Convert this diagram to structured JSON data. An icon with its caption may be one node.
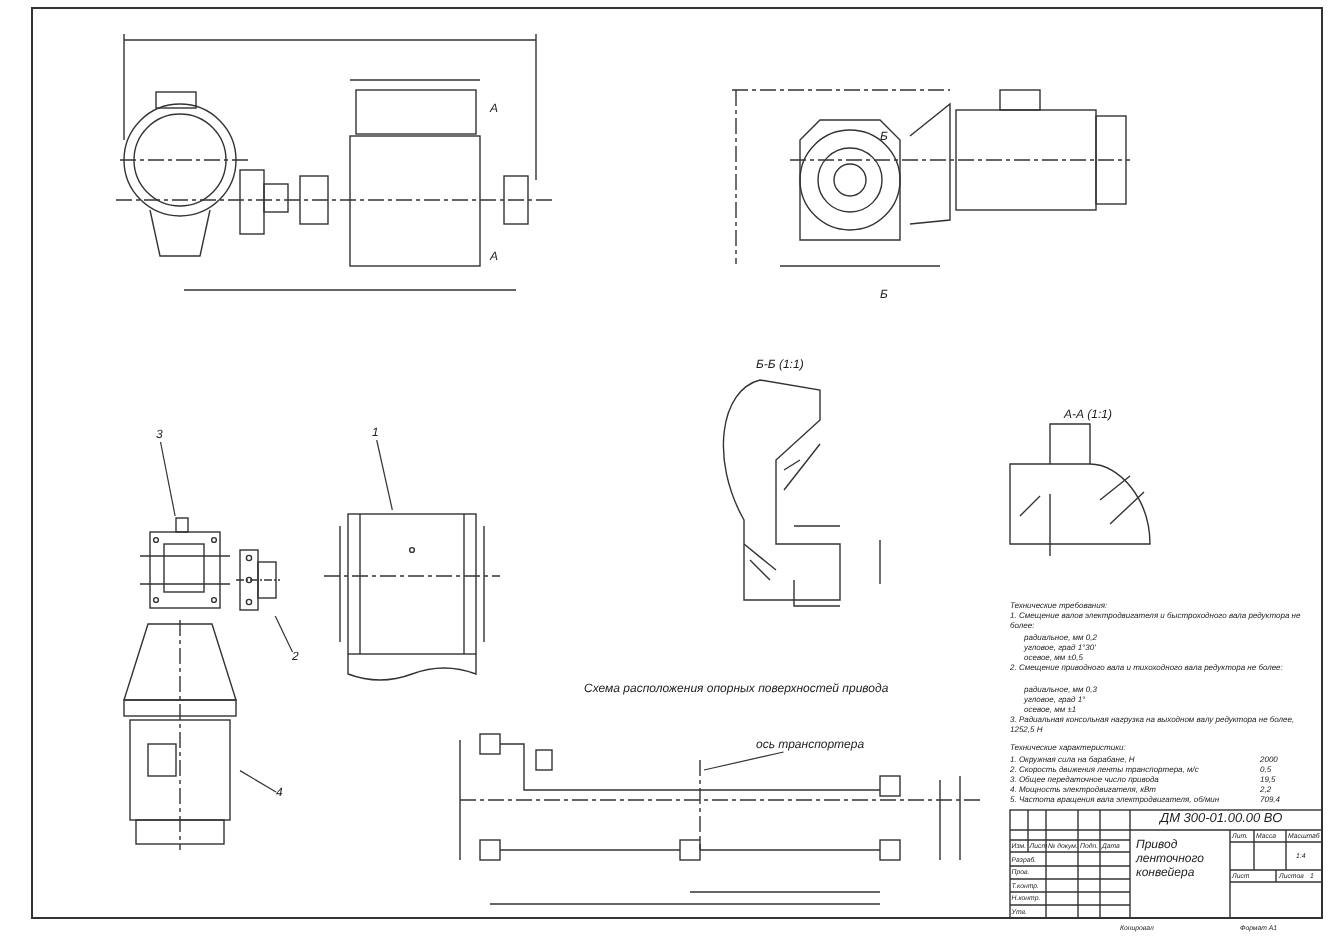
{
  "diagram": {
    "title": "Привод ленточного конвейера",
    "nodes": [
      {
        "text": [
          "3"
        ]
      },
      {
        "text": [
          "1"
        ]
      },
      {
        "text": [
          "2"
        ]
      },
      {
        "text": [
          "4"
        ]
      },
      {
        "text": [],
        "shape": "picture"
      },
      {
        "text": [],
        "shape": "picture"
      },
      {
        "text": [],
        "shape": "picture"
      },
      {
        "text": [],
        "shape": "picture"
      },
      {
        "text": [
          "ось транспортера"
        ]
      }
    ],
    "edges": [
      {
        "from": 0,
        "to": 4,
        "arrow": "none"
      },
      {
        "from": 1,
        "to": 5,
        "arrow": "none"
      },
      {
        "from": 2,
        "to": 6,
        "arrow": "none"
      },
      {
        "from": 3,
        "to": 7,
        "arrow": "none"
      },
      {
        "from": 8,
        "to": null,
        "arrow": "none"
      }
    ],
    "labels": [
      "А",
      "А",
      "Б",
      "Б",
      "Б-Б (1:1)",
      "А-А (1:1)",
      "Схема расположения опорных поверхностей привода",
      "Технические требования:",
      "1. Смещение валов электродвигателя и быстроходного вала редуктора не более:",
      "радиальное, мм 0,2",
      "угловое, град 1°30'",
      "осевое, мм ±0,5",
      "2. Смещение приводного вала и тихоходного вала редуктора не более:",
      "радиальное, мм 0,3",
      "угловое, град 1°",
      "осевое, мм ±1",
      "3. Радиальная консольная нагрузка на выходном валу редуктора не более, 1252,5 Н",
      "Технические характеристики:",
      "1. Окружная сила на барабане, Н",
      "2000",
      "2. Скорость движения ленты транспортера, м/с",
      "0,5",
      "3. Общее передаточное число привода",
      "19,5",
      "4. Мощность электродвигателя, кВт",
      "2,2",
      "5. Частота вращения вала электродвигателя, об/мин",
      "709,4",
      "ДМ 300-01.00.00 ВО",
      "Изм.",
      "Лист",
      "№ докум.",
      "Подп.",
      "Дата",
      "Разраб.",
      "Пров.",
      "Т.контр.",
      "Н.контр.",
      "Утв.",
      "Лит.",
      "Масса",
      "Масштаб",
      "1:4",
      "Лист",
      "Листов",
      "1",
      "Копировал",
      "Формат А1"
    ]
  }
}
